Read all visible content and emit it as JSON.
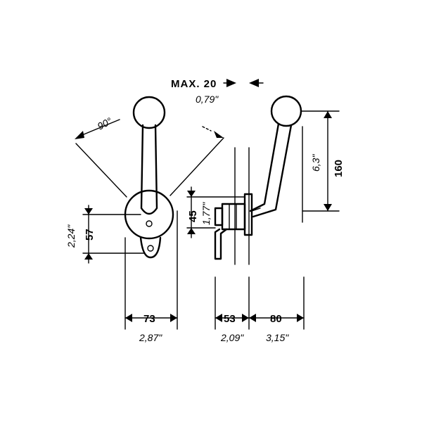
{
  "title": {
    "max_label": "MAX. 20",
    "max_inch": "0,79\""
  },
  "angle": {
    "label": "90°"
  },
  "dimensions": {
    "height_mm": "160",
    "height_in": "6,3\"",
    "offset_mm": "45",
    "offset_in": "1,77\"",
    "pivot_mm": "57",
    "pivot_in": "2,24\"",
    "width_mm": "73",
    "width_in": "2,87\"",
    "depth1_mm": "53",
    "depth1_in": "2,09\"",
    "depth2_mm": "80",
    "depth2_in": "3,15\""
  }
}
